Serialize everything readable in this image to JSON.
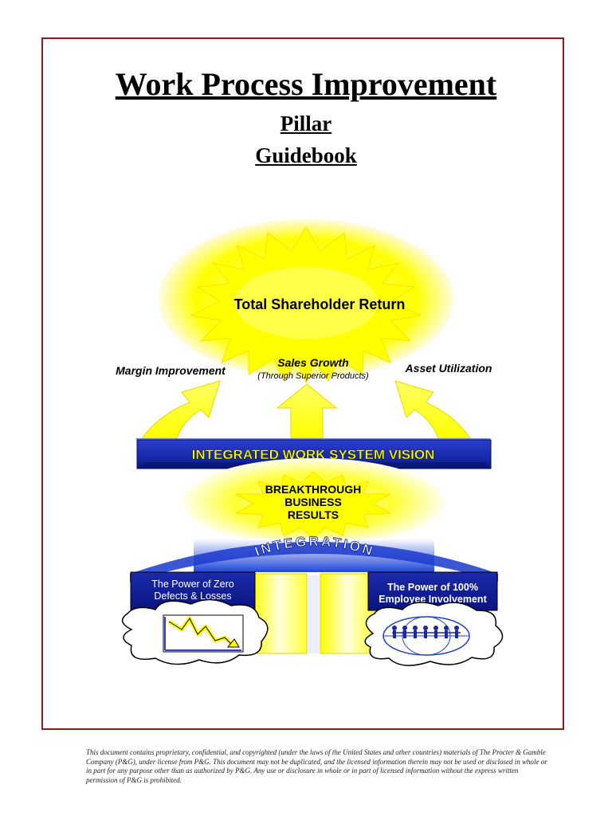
{
  "document": {
    "title": "Work Process Improvement",
    "subtitle1": "Pillar",
    "subtitle2": "Guidebook"
  },
  "diagram": {
    "top_star": "Total Shareholder Return",
    "left_label": "Margin Improvement",
    "center_label": "Sales Growth",
    "center_sub": "(Through Superior Products)",
    "right_label": "Asset Utilization",
    "vision_banner": "INTEGRATED WORK SYSTEM VISION",
    "breakthrough_line1": "BREAKTHROUGH",
    "breakthrough_line2": "BUSINESS",
    "breakthrough_line3": "RESULTS",
    "integration": "INTEGRATION",
    "left_box_line1": "The Power of Zero",
    "left_box_line2": "Defects & Losses",
    "right_box_line1": "The Power of 100%",
    "right_box_line2": "Employee Involvement",
    "colors": {
      "yellow": "#ffff00",
      "navy": "#0a1a8c",
      "frame": "#8b1a1a"
    }
  },
  "footer": {
    "disclaimer": "This document contains proprietary, confidential, and copyrighted (under the laws of the United States and other countries) materials of The Procter & Gamble Company (P&G), under license from P&G. This document may not be duplicated, and the licensed information therein may not be used or disclosed in whole or in part for any purpose other than as authorized by P&G. Any use or disclosure in whole or in part of licensed information without the express written permission of P&G is prohibited."
  }
}
